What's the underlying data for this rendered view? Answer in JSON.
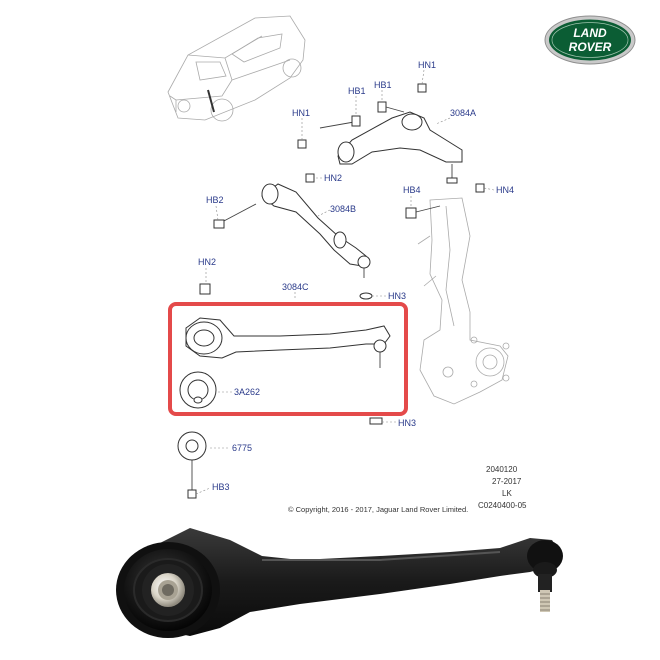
{
  "brand": {
    "logo_line1": "LAND",
    "logo_line2": "ROVER",
    "green": "#0b5d34",
    "silver": "#c9c9c9"
  },
  "diagram": {
    "highlight_color": "#e44a4a",
    "labels": {
      "hn1_top": "HN1",
      "hb1": "HB1",
      "hn1_left": "HN1",
      "hb1_mid": "HB1",
      "part_3084a": "3084A",
      "hn2_upper": "HN2",
      "hb2": "HB2",
      "part_3084b": "3084B",
      "hb4": "HB4",
      "hn4": "HN4",
      "hn2_lower": "HN2",
      "part_3084c": "3084C",
      "hn3_upper": "HN3",
      "part_3a262": "3A262",
      "hn3_lower": "HN3",
      "part_6775": "6775",
      "hb3": "HB3"
    },
    "ref_codes": [
      "2040120",
      "27-2017",
      "LK",
      "C0240400-05"
    ],
    "copyright": "© Copyright, 2016 - 2017, Jaguar Land Rover Limited."
  }
}
